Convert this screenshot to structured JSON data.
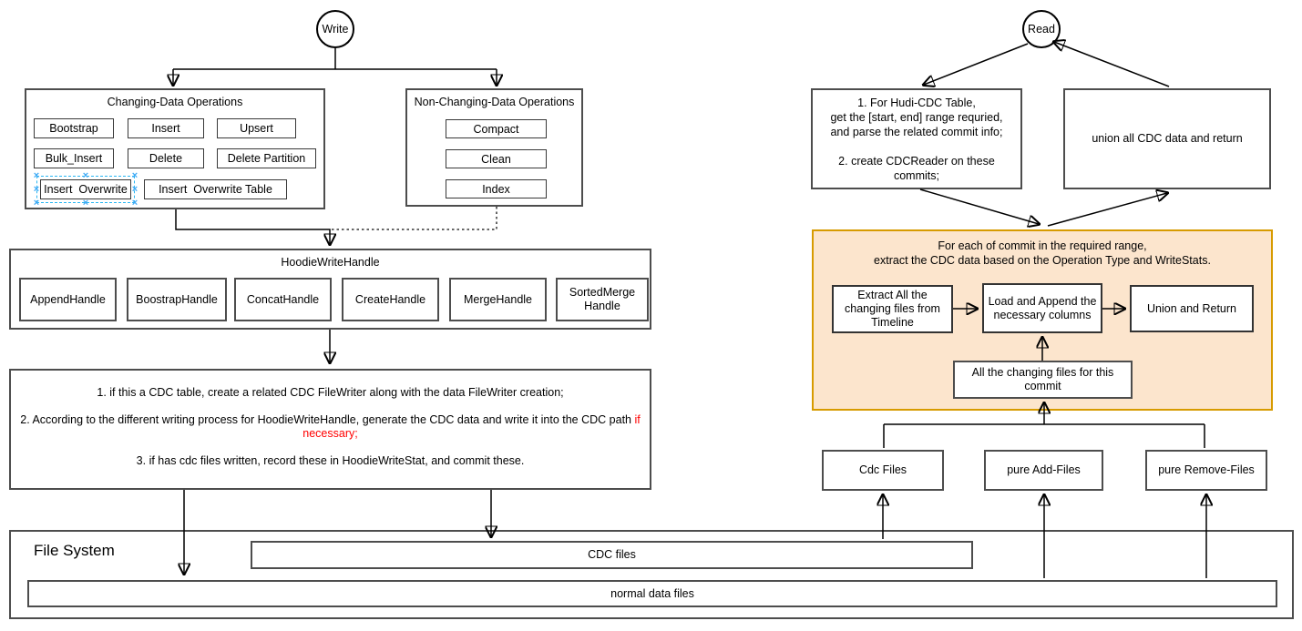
{
  "write_flow": {
    "entry_label": "Write",
    "changing_ops": {
      "title": "Changing-Data Operations",
      "ops": [
        "Bootstrap",
        "Insert",
        "Upsert",
        "Bulk_Insert",
        "Delete",
        "Delete Partition",
        "Insert  Overwrite",
        "Insert  Overwrite Table"
      ]
    },
    "non_changing_ops": {
      "title": "Non-Changing-Data Operations",
      "ops": [
        "Compact",
        "Clean",
        "Index"
      ]
    },
    "write_handle": {
      "title": "HoodieWriteHandle",
      "handles": [
        "AppendHandle",
        "BoostrapHandle",
        "ConcatHandle",
        "CreateHandle",
        "MergeHandle",
        "SortedMerge\nHandle"
      ]
    },
    "steps": {
      "step1": "1. if this a CDC table, create a related CDC FileWriter along with the data FileWriter creation;",
      "step2_prefix": "2. According to the different writing process for HoodieWriteHandle, generate the CDC data and write it into the CDC path ",
      "step2_highlight": "if necessary;",
      "step3": "3. if has cdc files written, record these in HoodieWriteStat, and commit these."
    }
  },
  "read_flow": {
    "entry_label": "Read",
    "prepare_box": "1. For Hudi-CDC Table,\nget the [start, end] range requried,\nand parse the related commit info;\n\n2. create CDCReader on these\ncommits;",
    "union_box": "union all CDC data and return",
    "per_commit": {
      "title": "For each of commit in the required range,\nextract the CDC data based on the Operation Type and WriteStats.",
      "extract_box": "Extract All the\nchanging files from\nTimeline",
      "load_box": "Load and Append the\nnecessary columns",
      "union_return_box": "Union and Return",
      "changing_files_box": "All the changing files for this\ncommit"
    },
    "file_boxes": [
      "Cdc Files",
      "pure Add-Files",
      "pure Remove-Files"
    ]
  },
  "file_system": {
    "title": "File System",
    "cdc_files_label": "CDC files",
    "normal_files_label": "normal data files"
  },
  "colors": {
    "highlight_text": "#ff0000",
    "selection_accent": "#29b6f2",
    "per_commit_fill": "#fce5cd",
    "per_commit_border": "#d79b00"
  }
}
